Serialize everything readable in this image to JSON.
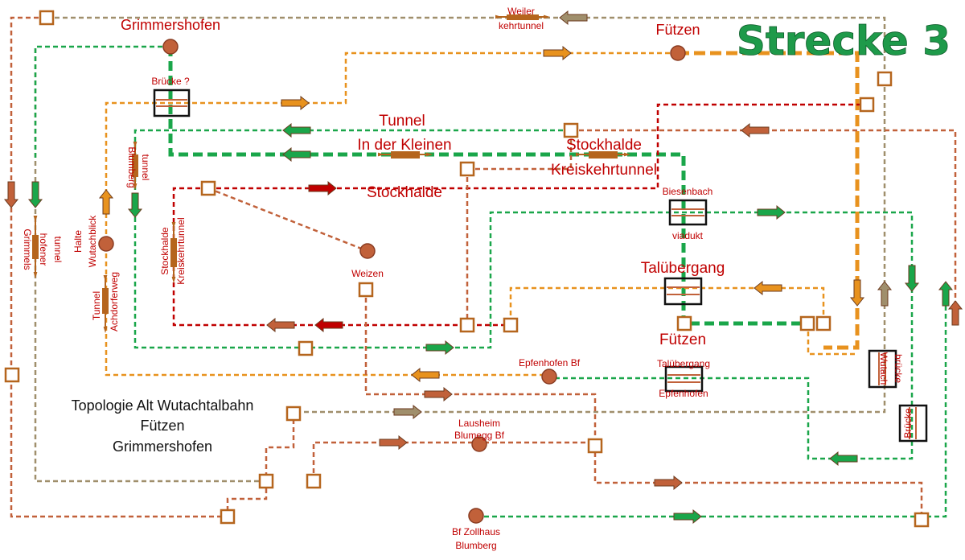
{
  "title": "Strecke 3",
  "topology": {
    "line1": "Topologie Alt Wutachtalbahn",
    "line2": "Fützen",
    "line3": "Grimmershofen"
  },
  "labels": {
    "grimmershofen": "Grimmershofen",
    "weiler_a": "Weiler",
    "weiler_b": "kehrtunnel",
    "fuetzen_top": "Fützen",
    "bruecke": "Brücke ?",
    "tunnel": "Tunnel",
    "in_der_kleinen": "In der Kleinen",
    "stockhalde_top": "Stockhalde",
    "kreiskehrtunnel": "Kreiskehrtunnel",
    "stockhalde": "Stockhalde",
    "biesenbach": "Biesenbach",
    "viadukt": "viadukt",
    "taluebergang": "Talübergang",
    "fuetzen_mid": "Fützen",
    "weizen": "Weizen",
    "epfenhofen_bf": "Epfenhofen Bf",
    "taluebergang_small": "Talübergang",
    "epfenhofen": "Epfenhofen",
    "lausheim": "Lausheim",
    "blumegg_bf": "Blumegg Bf",
    "bf_zollhaus": "Bf Zollhaus",
    "blumberg": "Blumberg",
    "grimmels": "Grimmels",
    "hofener": "hofener",
    "tunnel_v": "tunnel",
    "halte": "Halte",
    "wutachblick": "Wutachblick",
    "tunnel_achdorf": "Tunnel",
    "achdorferweg": "Achdorferweg",
    "blumberg_v": "Blumberg",
    "tunnel_blumberg": "tunnel",
    "stockhalde_v": "Stockhalde",
    "kreiskehrtunnel_v": "Kreiskehrtunnel",
    "wutach": "Wutach",
    "bruecke_v1": "brücke",
    "bruecke_v2": "Brücke"
  },
  "colors": {
    "green": "#1aa64a",
    "orange": "#e8921e",
    "brown": "#c1613a",
    "darkred": "#c00000",
    "tan": "#a08f6c",
    "text_red": "#c00000",
    "title_green": "#1e9a4a"
  }
}
